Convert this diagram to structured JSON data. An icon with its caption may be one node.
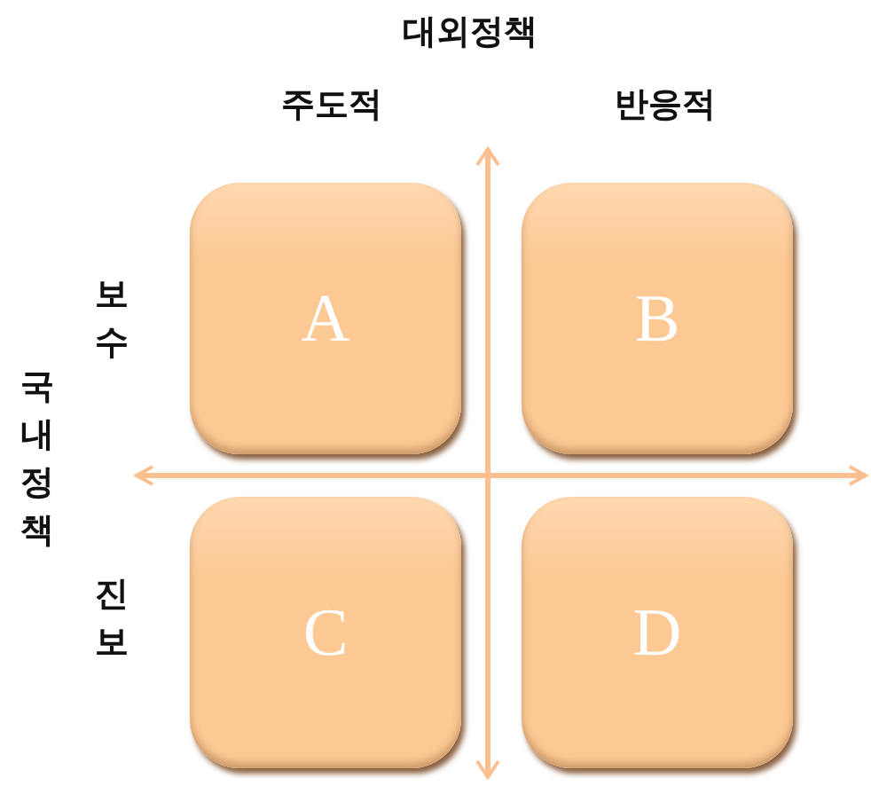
{
  "diagram": {
    "nodes": [
      {
        "text": [
          "A"
        ]
      },
      {
        "text": [
          "B"
        ]
      },
      {
        "text": [
          "C"
        ]
      },
      {
        "text": [
          "D"
        ]
      }
    ],
    "labels": [
      "대외정책",
      "주도적",
      "반응적",
      "보수",
      "국내정책",
      "진보"
    ]
  }
}
